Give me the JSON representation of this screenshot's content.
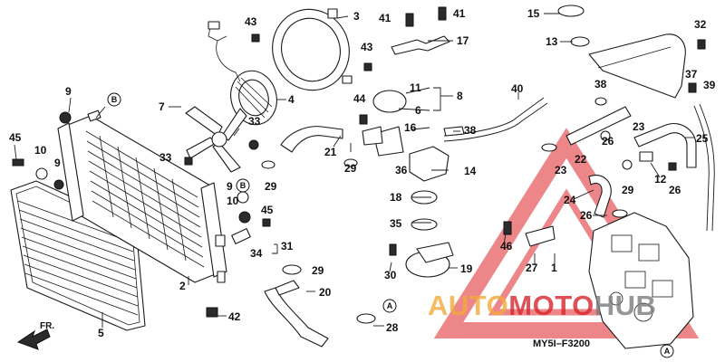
{
  "diagram_code": "MY5I–F3200",
  "front_label": "FR.",
  "reference_marks": {
    "A": "A",
    "B": "B"
  },
  "watermark": {
    "part1": "AUTO",
    "part2": "MOTO",
    "part3": "HUB",
    "color1": "#f4a93a",
    "color2": "#d8262c",
    "color3": "#7c7c7c"
  },
  "callouts": {
    "c1": "1",
    "c2": "2",
    "c3": "3",
    "c4": "4",
    "c5": "5",
    "c6": "6",
    "c7": "7",
    "c8": "8",
    "c9a": "9",
    "c9b": "9",
    "c9c": "9",
    "c10a": "10",
    "c10b": "10",
    "c11": "11",
    "c12": "12",
    "c13": "13",
    "c14": "14",
    "c15": "15",
    "c16": "16",
    "c17": "17",
    "c18": "18",
    "c19": "19",
    "c20": "20",
    "c21": "21",
    "c22": "22",
    "c23a": "23",
    "c23b": "23",
    "c24": "24",
    "c25": "25",
    "c26a": "26",
    "c26b": "26",
    "c26c": "26",
    "c27": "27",
    "c28": "28",
    "c29a": "29",
    "c29b": "29",
    "c29c": "29",
    "c29d": "29",
    "c30": "30",
    "c31": "31",
    "c32": "32",
    "c33a": "33",
    "c33b": "33",
    "c34": "34",
    "c35": "35",
    "c36": "36",
    "c37": "37",
    "c38a": "38",
    "c38b": "38",
    "c39": "39",
    "c40": "40",
    "c41a": "41",
    "c41b": "41",
    "c42": "42",
    "c43a": "43",
    "c43b": "43",
    "c44": "44",
    "c45a": "45",
    "c45b": "45",
    "c46": "46"
  }
}
